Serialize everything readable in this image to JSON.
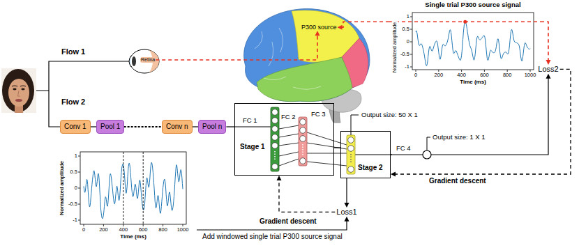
{
  "diagram": {
    "nodes": [
      {
        "text": [
          "Retina"
        ]
      },
      {
        "text": [
          "P300 source"
        ]
      },
      {
        "text": [
          "Single trial P300 source signal",
          "Normalized amplitude",
          "Time (ms)"
        ]
      },
      {
        "text": [
          "Loss2"
        ]
      },
      {
        "text": [
          "Conv 1"
        ]
      },
      {
        "text": [
          "Pool 1"
        ]
      },
      {
        "text": [
          "Conv n"
        ]
      },
      {
        "text": [
          "Pool n"
        ]
      },
      {
        "text": [
          "Stage 1"
        ]
      },
      {
        "text": [
          "Stage 2"
        ]
      },
      {
        "text": [
          "Loss1"
        ]
      },
      {
        "text": [
          "Normalized amplitude",
          "Time (ms)"
        ]
      }
    ],
    "edges": [
      {
        "from": 0,
        "to": 1,
        "arrow": "to"
      },
      {
        "from": 2,
        "to": 1,
        "arrow": "to"
      },
      {
        "from": 2,
        "to": 3,
        "arrow": "to"
      },
      {
        "from": 4,
        "to": 5,
        "arrow": "none"
      },
      {
        "from": 5,
        "to": 6,
        "arrow": "none"
      },
      {
        "from": 6,
        "to": 7,
        "arrow": "none"
      },
      {
        "from": 7,
        "to": 8,
        "arrow": "none"
      },
      {
        "from": 8,
        "to": 9,
        "label": "FC 3",
        "arrow": "none"
      },
      {
        "from": 9,
        "to": 3,
        "label": "FC 4",
        "arrow": "to"
      },
      {
        "from": 3,
        "to": 9,
        "label": "Gradient descent",
        "arrow": "to"
      },
      {
        "from": 9,
        "to": 10,
        "arrow": "to"
      },
      {
        "from": 10,
        "to": 8,
        "label": "Gradient descent",
        "arrow": "to"
      },
      {
        "from": 11,
        "to": 10,
        "label": "Add windowed single trial P300 source signal",
        "arrow": "to"
      }
    ],
    "labels": [
      "Flow 1",
      "Flow 2",
      "FC 1",
      "FC 2",
      "Output size: 50 X 1",
      "Output size: 1 X 1",
      "1",
      "0.5",
      "0",
      "-0.5",
      "-1",
      "0",
      "200",
      "400",
      "600",
      "800",
      "1000",
      "1",
      "0.5",
      "0",
      "-0.5",
      "-1",
      "0",
      "200",
      "400",
      "600",
      "800",
      "1000"
    ]
  }
}
